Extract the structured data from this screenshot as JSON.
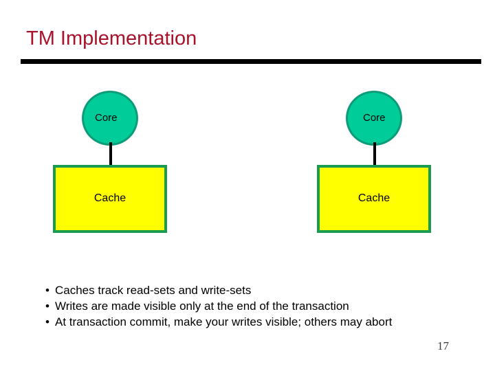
{
  "slide": {
    "title": "TM Implementation",
    "page_number": "17",
    "background_color": "#ffffff",
    "title_color": "#a8122a",
    "rule_color": "#000000"
  },
  "diagram": {
    "connector_color": "#000000",
    "nodes": [
      {
        "id": "left",
        "core": {
          "label": "Core",
          "fill_color": "#00cc99",
          "border_color": "#0e9b78"
        },
        "cache": {
          "label": "Cache",
          "fill_color": "#ffff00",
          "border_color": "#1a9b52"
        }
      },
      {
        "id": "right",
        "core": {
          "label": "Core",
          "fill_color": "#00cc99",
          "border_color": "#0e9b78"
        },
        "cache": {
          "label": "Cache",
          "fill_color": "#ffff00",
          "border_color": "#1a9b52"
        }
      }
    ]
  },
  "bullets": {
    "marker": "•",
    "items": [
      "Caches track read-sets and write-sets",
      "Writes are made visible only at the end of the transaction",
      "At transaction commit, make your writes visible; others may abort"
    ]
  }
}
